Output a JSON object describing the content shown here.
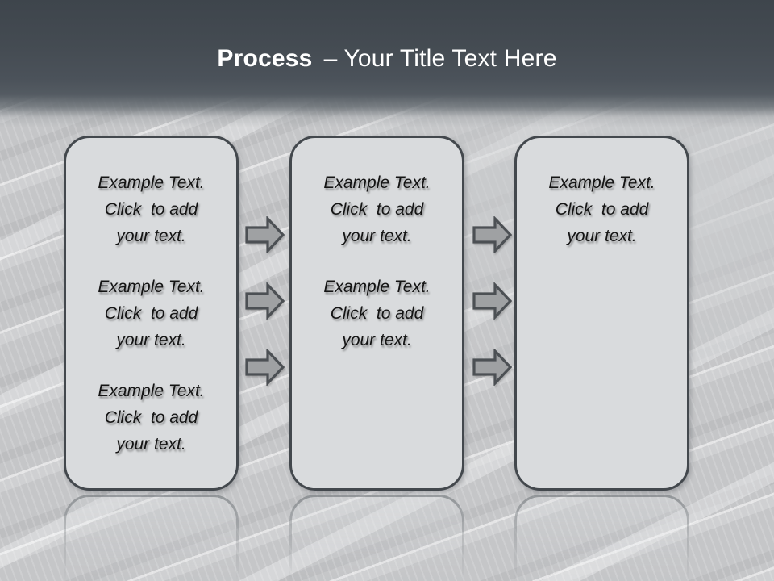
{
  "slide": {
    "title": {
      "bold_text": "Process",
      "regular_text": "– Your Title Text Here"
    }
  },
  "boxes": [
    {
      "id": "step-1",
      "paragraphs": [
        "Example Text.\nClick  to add\nyour text.",
        "Example Text.\nClick  to add\nyour text.",
        "Example Text.\nClick  to add\nyour text."
      ]
    },
    {
      "id": "step-2",
      "paragraphs": [
        "Example Text.\nClick  to add\nyour text.",
        "Example Text.\nClick  to add\nyour text."
      ]
    },
    {
      "id": "step-3",
      "paragraphs": [
        "Example Text.\nClick  to add\nyour text."
      ]
    }
  ],
  "arrows": {
    "icon": "arrow-right-icon",
    "columns": 2,
    "per_column": 3,
    "direction": "right"
  },
  "colors": {
    "header_top": "#3e454c",
    "header_bottom": "#545b62",
    "background": "#c5c6c8",
    "box_fill": "#d9dbdd",
    "box_border": "#43484d",
    "arrow_fill": "#9fa1a3",
    "arrow_border": "#4c5054",
    "title_color": "#ffffff",
    "body_text_color": "#141414"
  }
}
